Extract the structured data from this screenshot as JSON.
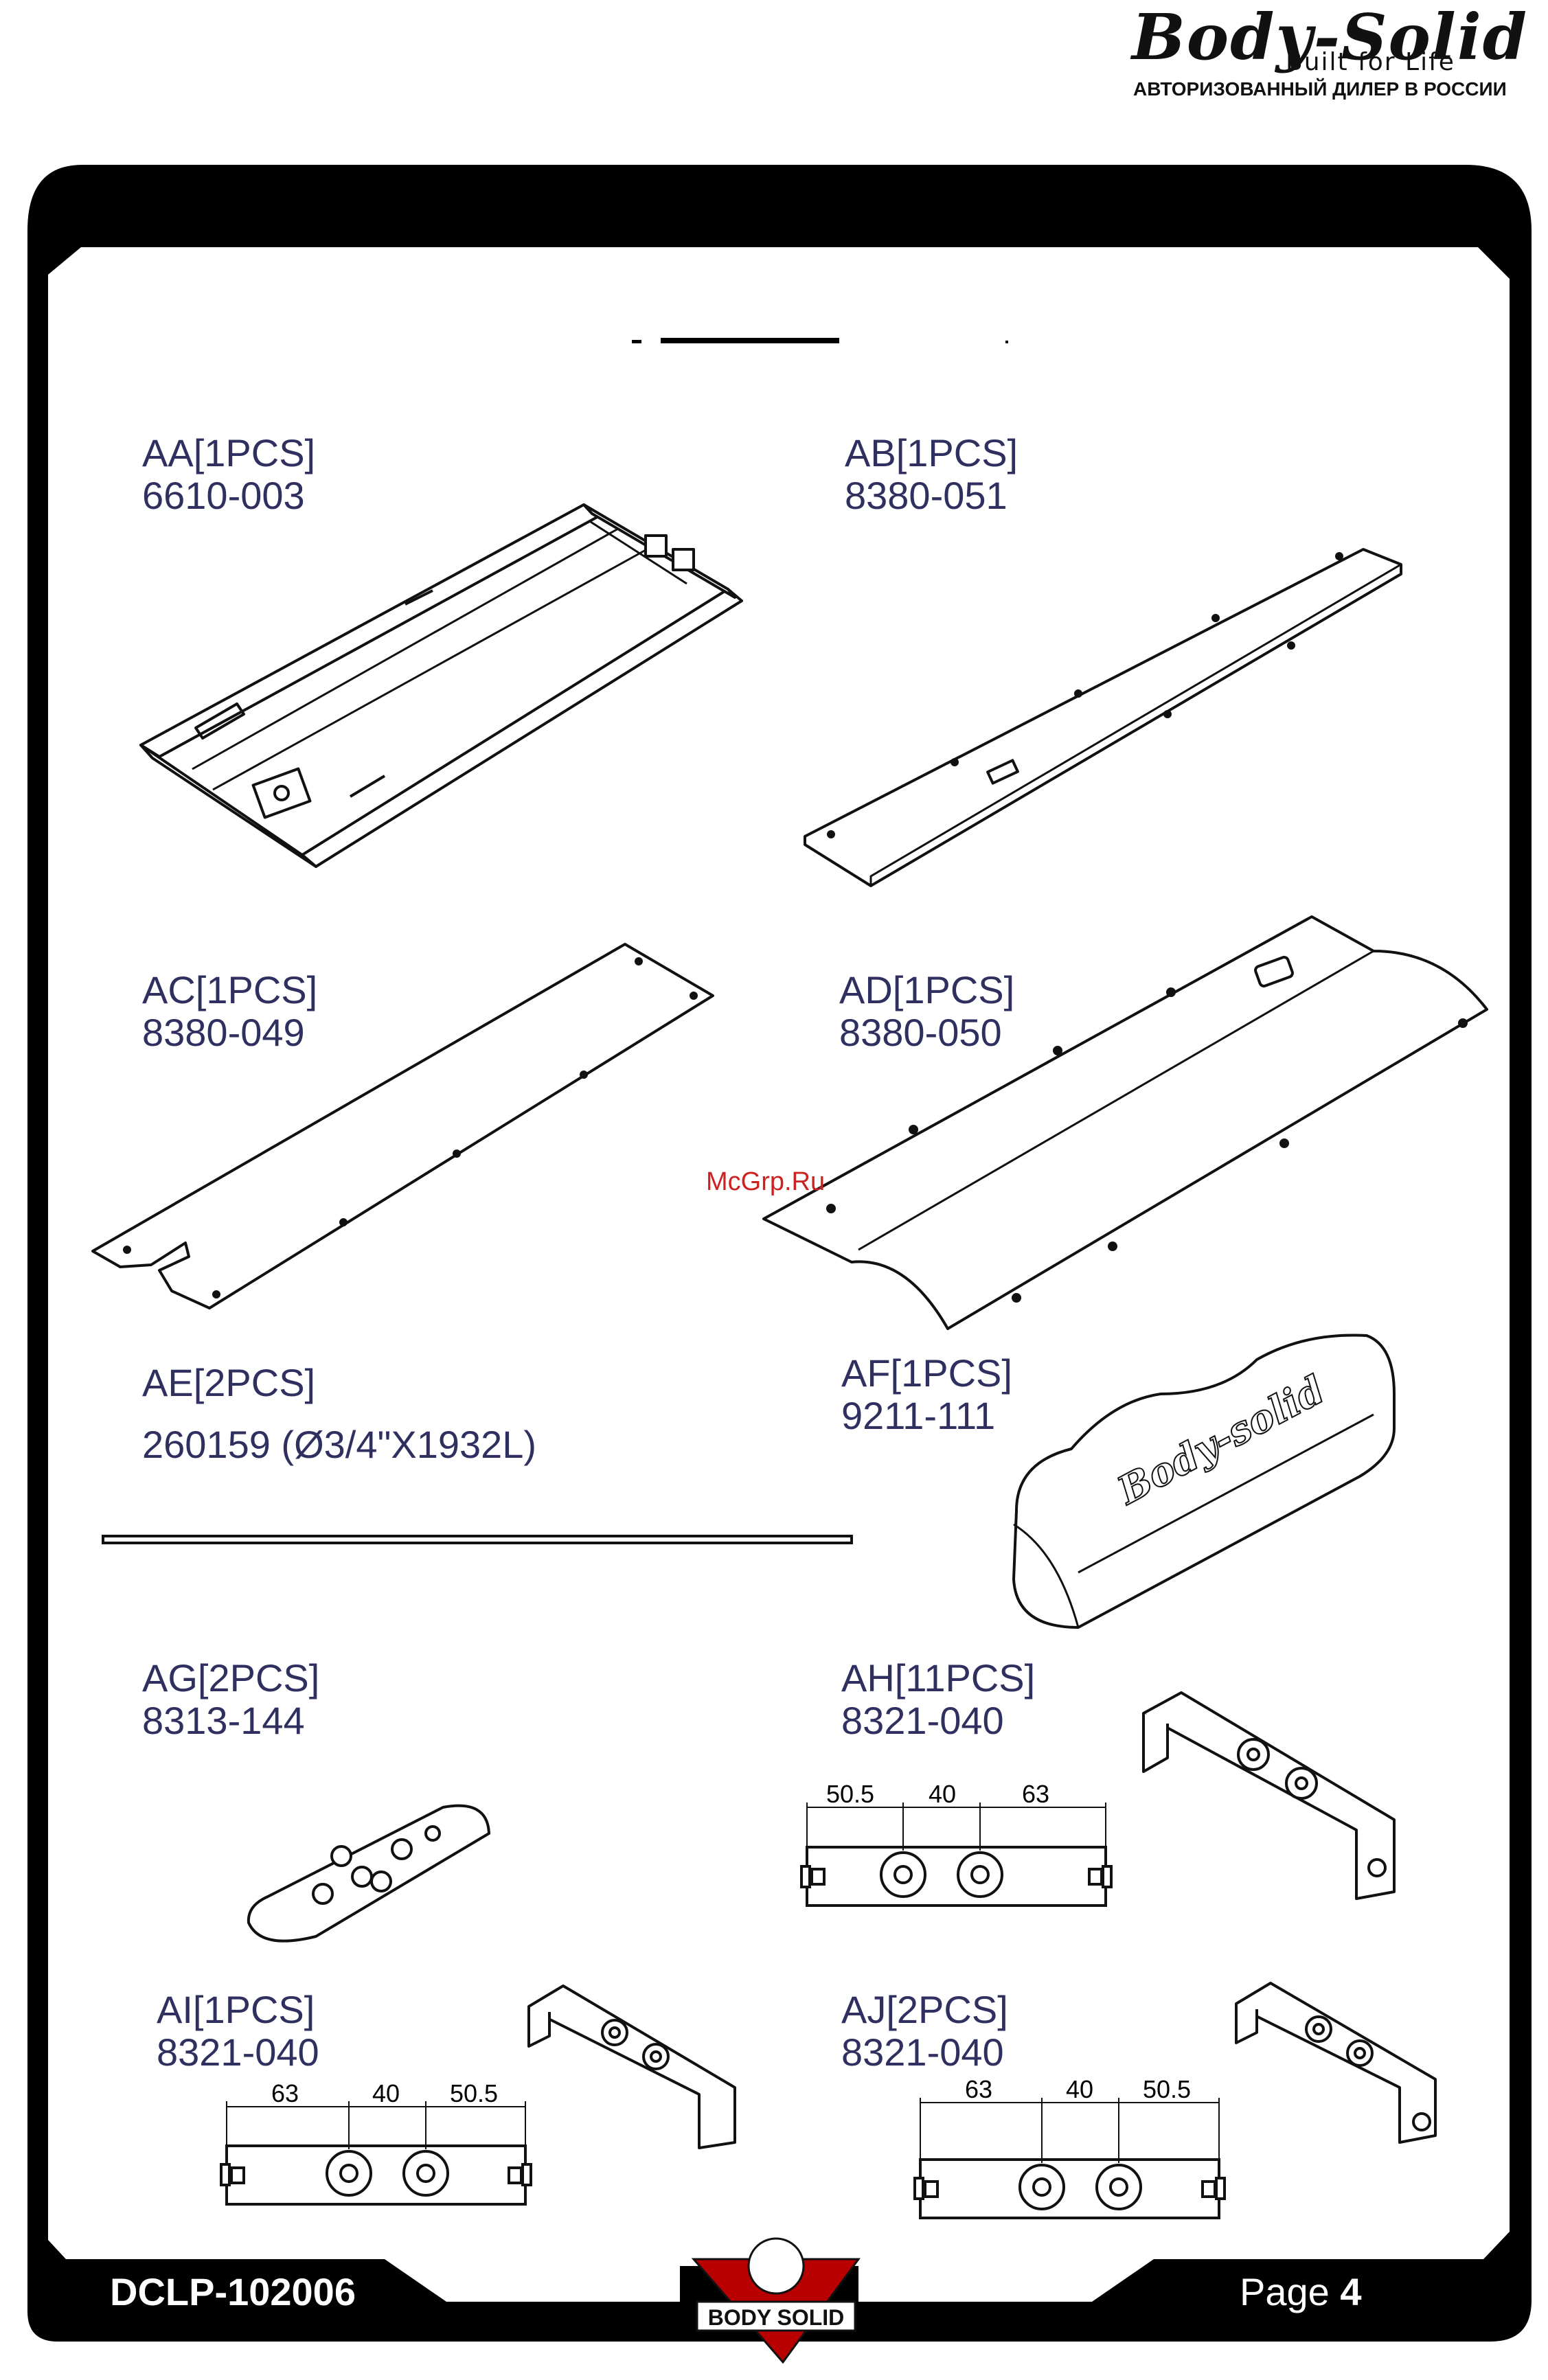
{
  "header": {
    "brand": "Body-Solid",
    "tagline": "Built for Life",
    "dealer": "АВТОРИЗОВАННЫЙ ДИЛЕР В РОССИИ"
  },
  "watermark": "McGrp.Ru",
  "parts": [
    {
      "id": "AA[1PCS]",
      "code": "6610-003"
    },
    {
      "id": "AB[1PCS]",
      "code": "8380-051"
    },
    {
      "id": "AC[1PCS]",
      "code": "8380-049"
    },
    {
      "id": "AD[1PCS]",
      "code": "8380-050"
    },
    {
      "id": "AE[2PCS]",
      "code": "260159 (Ø3/4\"X1932L)"
    },
    {
      "id": "AF[1PCS]",
      "code": "9211-111"
    },
    {
      "id": "AG[2PCS]",
      "code": "8313-144"
    },
    {
      "id": "AH[11PCS]",
      "code": "8321-040"
    },
    {
      "id": "AI[1PCS]",
      "code": "8321-040"
    },
    {
      "id": "AJ[2PCS]",
      "code": "8321-040"
    }
  ],
  "dimensions": {
    "ah": [
      "50.5",
      "40",
      "63"
    ],
    "ai": [
      "63",
      "40",
      "50.5"
    ],
    "aj": [
      "63",
      "40",
      "50.5"
    ]
  },
  "logo_text": "Body-solid",
  "badge_text": "BODY SOLID",
  "footer": {
    "code": "DCLP-102006",
    "page_label": "Page",
    "page_number": "4"
  }
}
